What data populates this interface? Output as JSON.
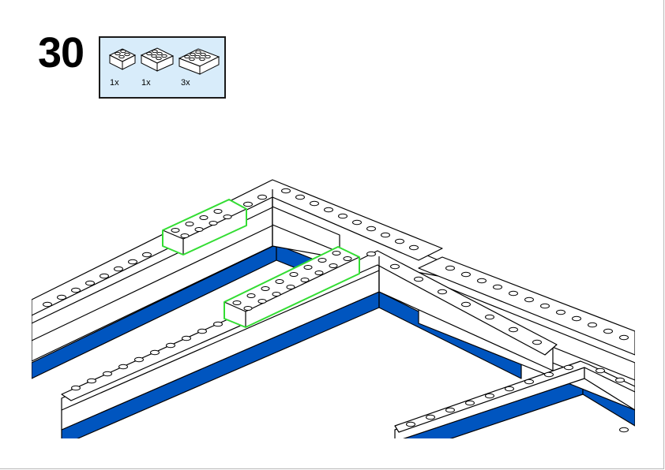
{
  "step": {
    "number": "30"
  },
  "parts_callout": {
    "parts": [
      {
        "icon": "brick-2x2-icon",
        "quantity": "1x"
      },
      {
        "icon": "brick-2x3-icon",
        "quantity": "1x"
      },
      {
        "icon": "brick-2x4-icon",
        "quantity": "3x"
      }
    ],
    "background": "#d8ecfa"
  },
  "model": {
    "colors": {
      "brick": "#ffffff",
      "base_stripe": "#0055bf",
      "new_part_highlight": "#33dd33",
      "outline": "#000000"
    }
  }
}
